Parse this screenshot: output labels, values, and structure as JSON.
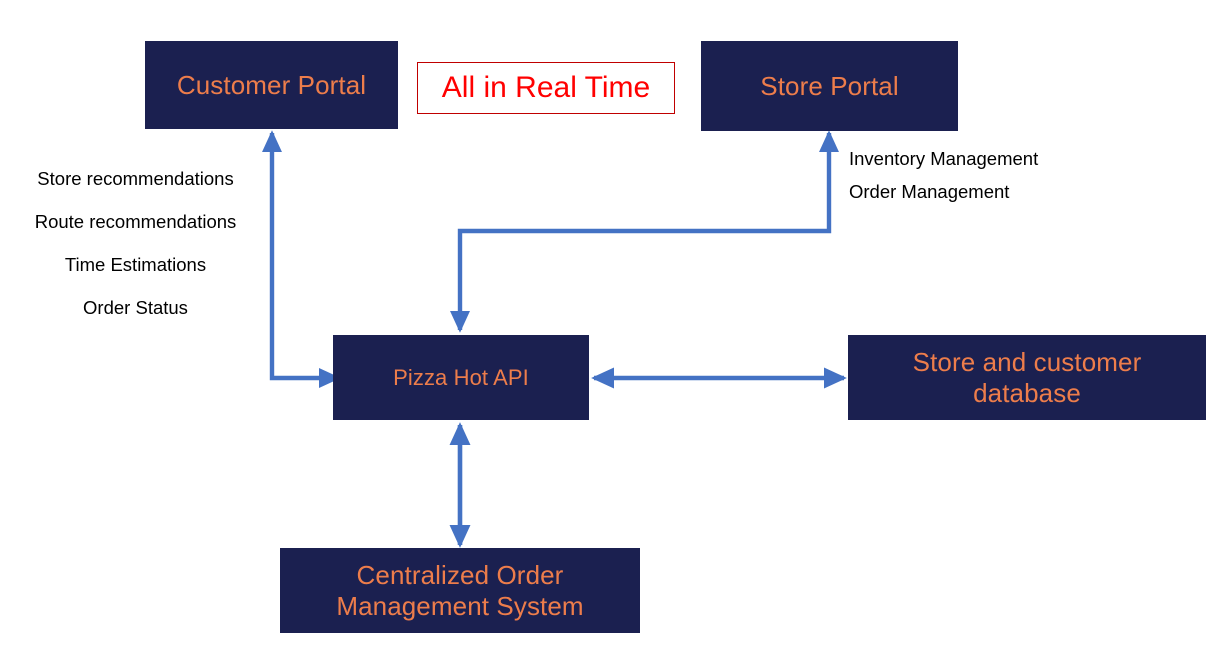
{
  "diagram": {
    "title_badge": "All in Real Time",
    "nodes": {
      "customer_portal": "Customer Portal",
      "store_portal": "Store Portal",
      "pizza_api": "Pizza Hot API",
      "database_line1": "Store and customer",
      "database_line2": "database",
      "coms_line1": "Centralized Order",
      "coms_line2": "Management System"
    },
    "left_annotations": [
      "Store recommendations",
      "Route recommendations",
      "Time Estimations",
      "Order Status"
    ],
    "right_annotations": [
      "Inventory Management",
      "Order Management"
    ],
    "colors": {
      "node_fill": "#1b2050",
      "node_text": "#ed7d4b",
      "badge_border": "#c00000",
      "badge_text": "#ff0000",
      "connector": "#4472c4",
      "annotation_text": "#000000",
      "background": "#ffffff"
    }
  }
}
